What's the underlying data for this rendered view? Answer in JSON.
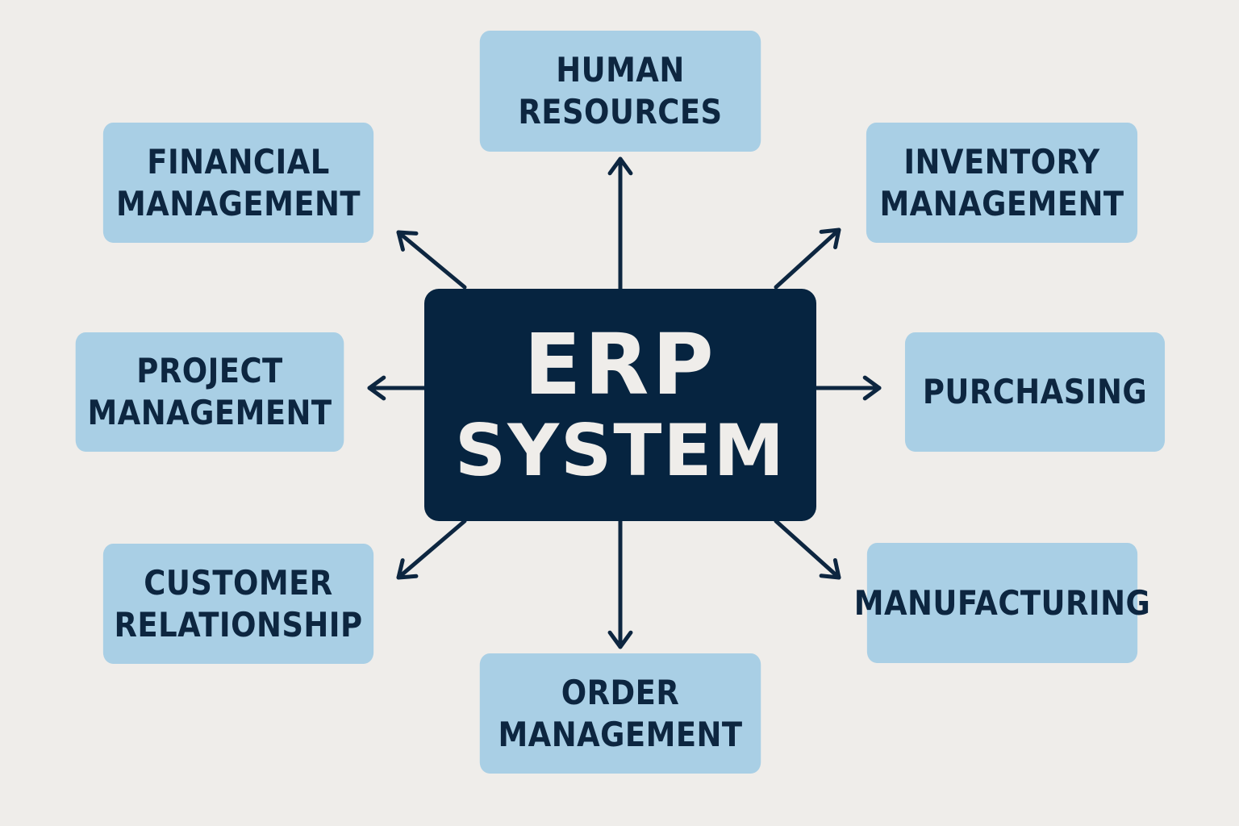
{
  "diagram": {
    "title": "ERP System Modules",
    "center": {
      "line1": "ERP",
      "line2": "SYSTEM"
    },
    "modules": [
      {
        "id": "human-resources",
        "lines": [
          "HUMAN",
          "RESOURCES"
        ],
        "direction": "up"
      },
      {
        "id": "inventory-management",
        "lines": [
          "INVENTORY",
          "MANAGEMENT"
        ],
        "direction": "up-right"
      },
      {
        "id": "purchasing",
        "lines": [
          "PURCHASING"
        ],
        "direction": "right"
      },
      {
        "id": "manufacturing",
        "lines": [
          "MANUFACTURING"
        ],
        "direction": "down-right"
      },
      {
        "id": "order-management",
        "lines": [
          "ORDER",
          "MANAGEMENT"
        ],
        "direction": "down"
      },
      {
        "id": "customer-relationship",
        "lines": [
          "CUSTOMER",
          "RELATIONSHIP"
        ],
        "direction": "down-left"
      },
      {
        "id": "project-management",
        "lines": [
          "PROJECT",
          "MANAGEMENT"
        ],
        "direction": "left"
      },
      {
        "id": "financial-management",
        "lines": [
          "FINANCIAL",
          "MANAGEMENT"
        ],
        "direction": "up-left"
      }
    ],
    "colors": {
      "background": "#efedea",
      "module_fill": "#a9cfe5",
      "center_fill": "#062440",
      "text_dark": "#0d2640",
      "text_light": "#efedea",
      "arrow": "#0d2640"
    }
  }
}
